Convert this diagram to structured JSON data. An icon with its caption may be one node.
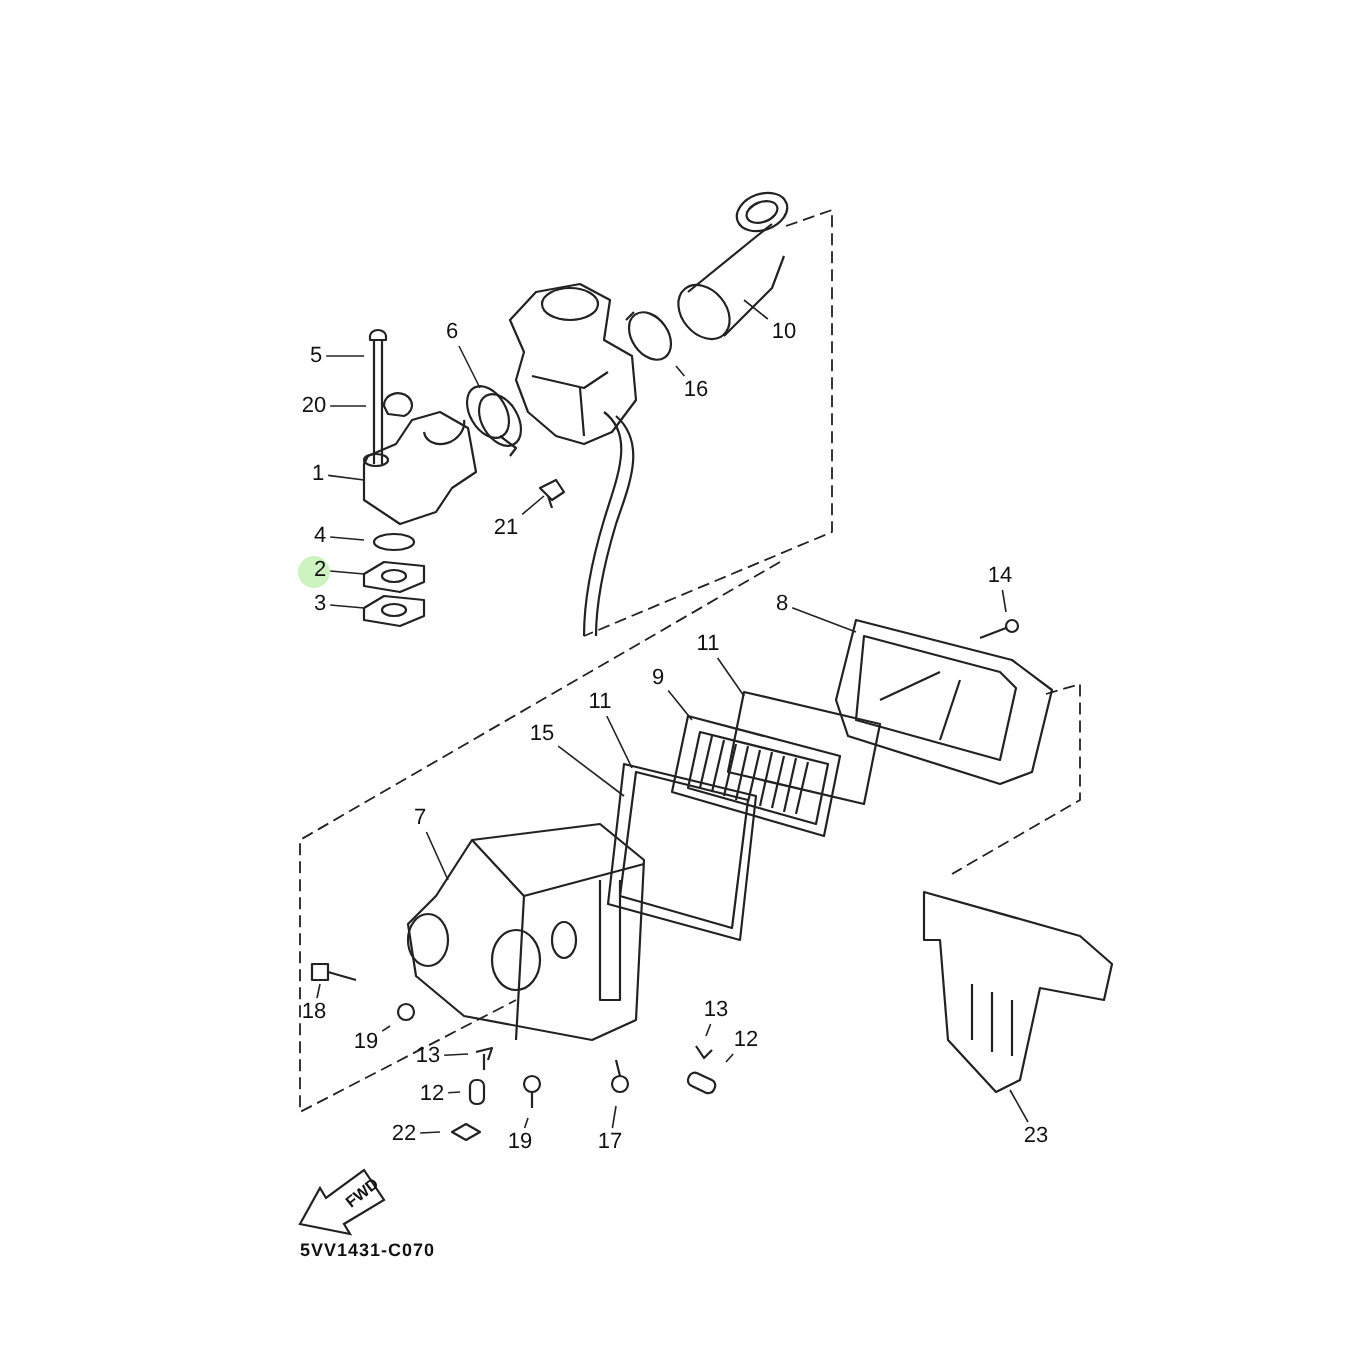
{
  "diagram": {
    "nodes": [
      {
        "text": [
          "5"
        ]
      },
      {
        "text": [
          "6"
        ]
      },
      {
        "text": [
          "10"
        ]
      },
      {
        "text": [
          "16"
        ]
      },
      {
        "text": [
          "20"
        ]
      },
      {
        "text": [
          "1"
        ]
      },
      {
        "text": [
          "21"
        ]
      },
      {
        "text": [
          "4"
        ]
      },
      {
        "text": [
          "2"
        ]
      },
      {
        "text": [
          "3"
        ]
      },
      {
        "text": [
          "14"
        ]
      },
      {
        "text": [
          "8"
        ]
      },
      {
        "text": [
          "11"
        ]
      },
      {
        "text": [
          "9"
        ]
      },
      {
        "text": [
          "11"
        ]
      },
      {
        "text": [
          "15"
        ]
      },
      {
        "text": [
          "7"
        ]
      },
      {
        "text": [
          "18"
        ]
      },
      {
        "text": [
          "19"
        ]
      },
      {
        "text": [
          "13"
        ]
      },
      {
        "text": [
          "12"
        ]
      },
      {
        "text": [
          "13"
        ]
      },
      {
        "text": [
          "12"
        ]
      },
      {
        "text": [
          "22"
        ]
      },
      {
        "text": [
          "19"
        ]
      },
      {
        "text": [
          "17"
        ]
      },
      {
        "text": [
          "23"
        ]
      }
    ],
    "edges": [
      {
        "from": 0,
        "to": null,
        "arrow": "none"
      },
      {
        "from": 1,
        "to": null,
        "arrow": "none"
      },
      {
        "from": 2,
        "to": null,
        "arrow": "none"
      },
      {
        "from": 3,
        "to": null,
        "arrow": "none"
      },
      {
        "from": 4,
        "to": null,
        "arrow": "none"
      },
      {
        "from": 5,
        "to": null,
        "arrow": "none"
      },
      {
        "from": 6,
        "to": null,
        "arrow": "none"
      },
      {
        "from": 7,
        "to": null,
        "arrow": "none"
      },
      {
        "from": 8,
        "to": null,
        "arrow": "none"
      },
      {
        "from": 9,
        "to": null,
        "arrow": "none"
      },
      {
        "from": 10,
        "to": null,
        "arrow": "none"
      },
      {
        "from": 11,
        "to": null,
        "arrow": "none"
      },
      {
        "from": 12,
        "to": null,
        "arrow": "none"
      },
      {
        "from": 13,
        "to": null,
        "arrow": "none"
      },
      {
        "from": 14,
        "to": null,
        "arrow": "none"
      },
      {
        "from": 15,
        "to": null,
        "arrow": "none"
      },
      {
        "from": 16,
        "to": null,
        "arrow": "none"
      },
      {
        "from": 17,
        "to": null,
        "arrow": "none"
      },
      {
        "from": 18,
        "to": null,
        "arrow": "none"
      },
      {
        "from": 19,
        "to": null,
        "arrow": "none"
      },
      {
        "from": 20,
        "to": null,
        "arrow": "none"
      },
      {
        "from": 21,
        "to": null,
        "arrow": "none"
      },
      {
        "from": 22,
        "to": null,
        "arrow": "none"
      },
      {
        "from": 23,
        "to": null,
        "arrow": "none"
      },
      {
        "from": 24,
        "to": null,
        "arrow": "none"
      },
      {
        "from": 25,
        "to": null,
        "arrow": "none"
      },
      {
        "from": 26,
        "to": null,
        "arrow": "none"
      }
    ],
    "labels": [
      "FWD",
      "5VV1431-C070"
    ]
  }
}
